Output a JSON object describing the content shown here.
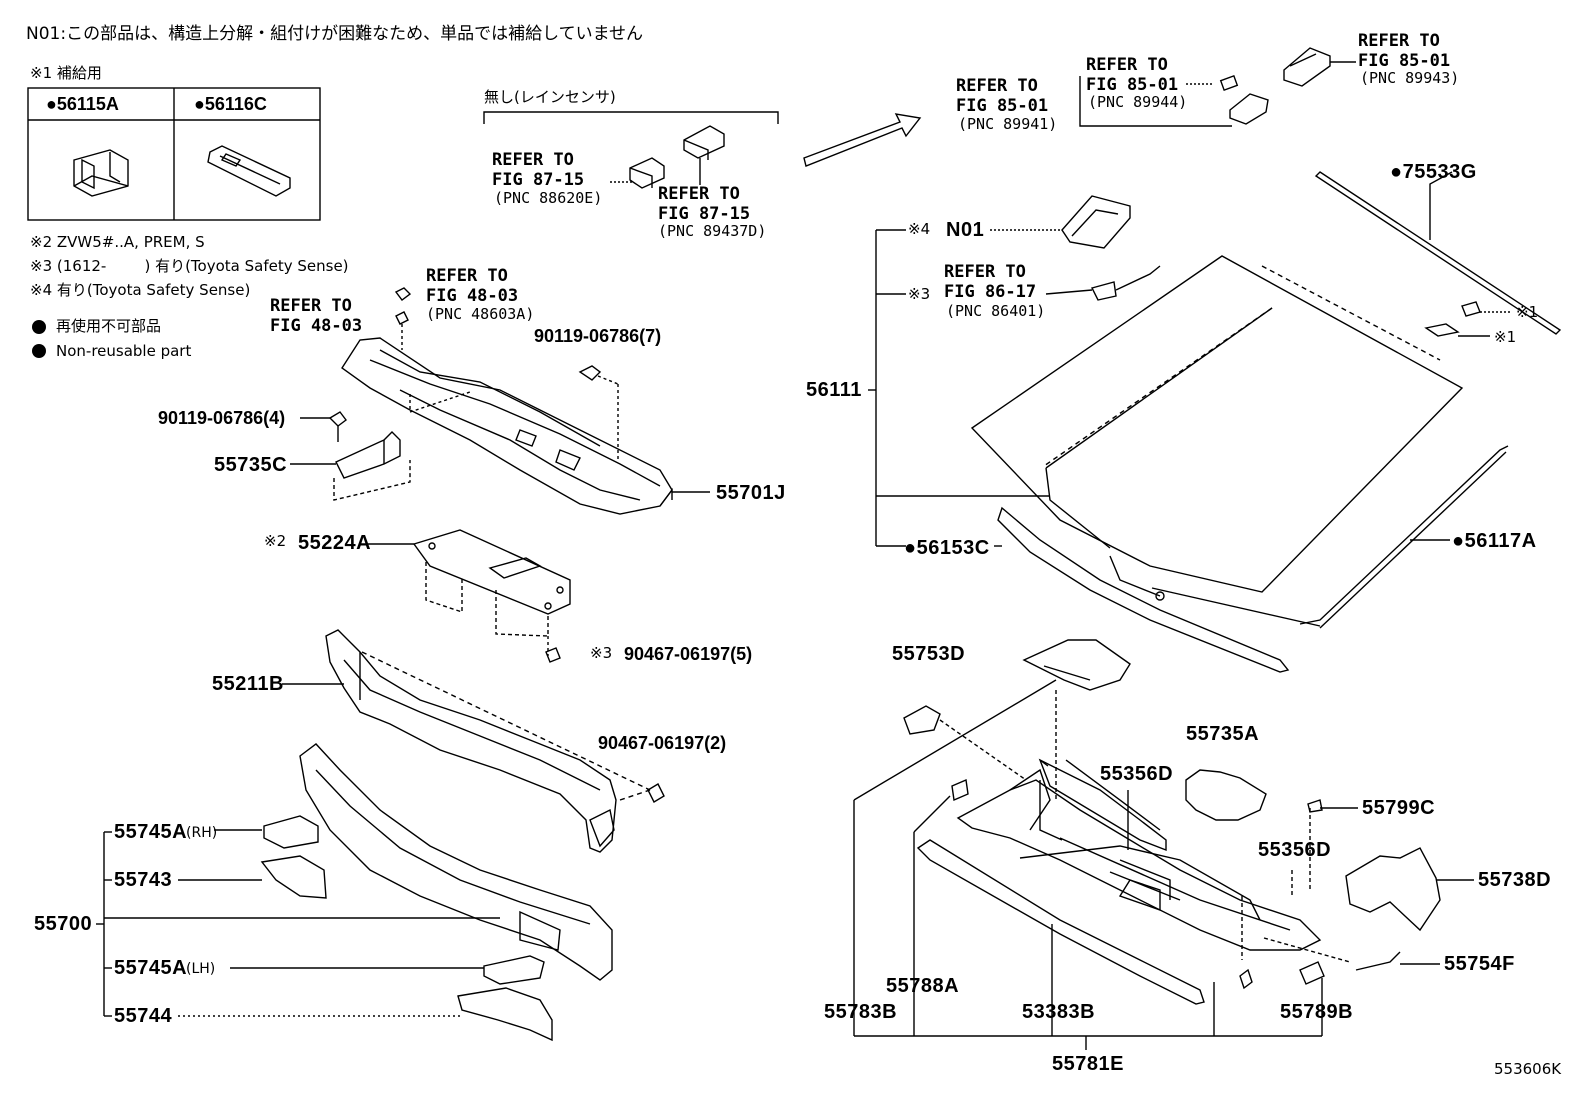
{
  "header": {
    "note_n01": "N01:この部品は、構造上分解・組付けが困難なため、単品では補給していません",
    "supply_title": "※1 補給用",
    "supply_part_1": "●56115A",
    "supply_part_2": "●56116C",
    "cond_2": "※2 ZVW5#..A, PREM, S",
    "cond_3": "※3 (1612-        ) 有り(Toyota Safety Sense)",
    "cond_4": "※4 有り(Toyota Safety Sense)",
    "legend_jp": "再使用不可部品",
    "legend_en": "Non-reusable part",
    "rain_sensor_label": "無し(レインセンサ)"
  },
  "refs": {
    "r1": {
      "refer": "REFER TO",
      "fig": "FIG 87-15",
      "pnc": "(PNC 88620E)"
    },
    "r2": {
      "refer": "REFER TO",
      "fig": "FIG 87-15",
      "pnc": "(PNC 89437D)"
    },
    "r3": {
      "refer": "REFER TO",
      "fig": "FIG 85-01",
      "pnc": "(PNC 89941)"
    },
    "r4": {
      "refer": "REFER TO",
      "fig": "FIG 85-01",
      "pnc": "(PNC 89944)"
    },
    "r5": {
      "refer": "REFER TO",
      "fig": "FIG 85-01",
      "pnc": "(PNC 89943)"
    },
    "r6": {
      "refer": "REFER TO",
      "fig": "FIG 48-03",
      "pnc": "(PNC 48603A)"
    },
    "r7": {
      "refer": "REFER TO",
      "fig": "FIG 48-03"
    },
    "r8": {
      "refer": "REFER TO",
      "fig": "FIG 86-17",
      "pnc": "(PNC 86401)"
    }
  },
  "parts": {
    "p90119_7": "90119-06786(7)",
    "p90119_4": "90119-06786(4)",
    "p55735C": "55735C",
    "p55701J": "55701J",
    "p55224A_mark": "※2",
    "p55224A": "55224A",
    "p90467_5_mark": "※3",
    "p90467_5": "90467-06197(5)",
    "p55211B": "55211B",
    "p90467_2": "90467-06197(2)",
    "p55745A_rh": "55745A",
    "rh": "(RH)",
    "p55743": "55743",
    "p55700": "55700",
    "p55745A_lh": "55745A",
    "lh": "(LH)",
    "p55744": "55744",
    "n01_mark": "※4",
    "n01": "N01",
    "mark3": "※3",
    "p56111": "56111",
    "p75533G": "●75533G",
    "mark1a": "※1",
    "mark1b": "※1",
    "p56153C": "●56153C",
    "p56117A": "●56117A",
    "p55753D": "55753D",
    "p55735A": "55735A",
    "p55356D_1": "55356D",
    "p55799C": "55799C",
    "p55356D_2": "55356D",
    "p55738D": "55738D",
    "p55754F": "55754F",
    "p55788A": "55788A",
    "p55783B": "55783B",
    "p53383B": "53383B",
    "p55789B": "55789B",
    "p55781E": "55781E"
  },
  "footer": {
    "code": "553606K"
  }
}
